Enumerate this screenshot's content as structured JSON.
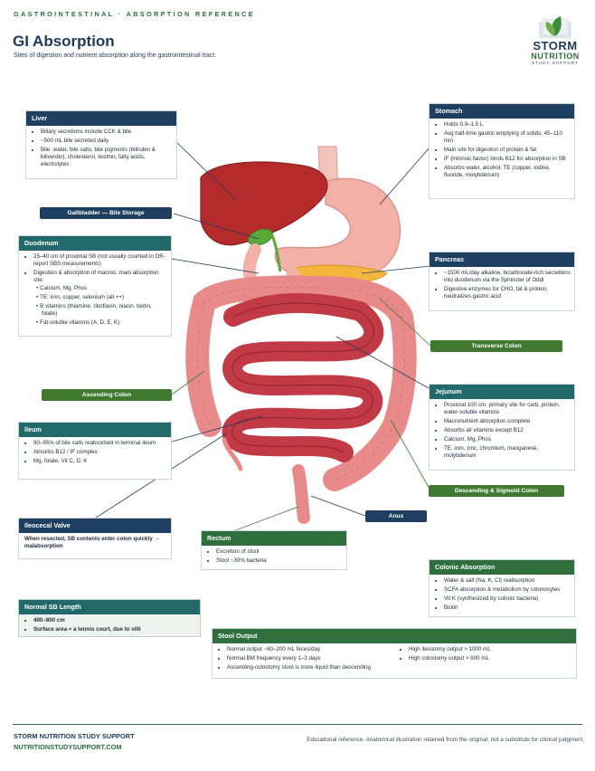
{
  "header": {
    "kicker": "GASTROINTESTINAL · ABSORPTION REFERENCE",
    "title": "GI Absorption",
    "subtitle": "Sites of digestion and nutrient absorption along the gastrointestinal tract."
  },
  "logo": {
    "line1": "STORM",
    "line2": "NUTRITION",
    "line3": "STUDY SUPPORT"
  },
  "liver": {
    "title": "Liver",
    "items": [
      "Biliary secretions include CCK & bile",
      "~500 mL bile secreted daily",
      "Bile: water, bile salts, bile pigments (bilirubin & biliverdin), cholesterol, lecithin, fatty acids, electrolytes"
    ]
  },
  "stomach": {
    "title": "Stomach",
    "items": [
      "Holds 0.9–1.5 L",
      "Avg half-time gastric emptying of solids: 45–110 min",
      "Main site for digestion of protein & fat",
      "IF (intrinsic factor) binds B12 for absorption in SB",
      "Absorbs water, alcohol, TE (copper, iodine, fluoride, molybdenum)"
    ]
  },
  "gallbladder": {
    "label": "Gallbladder — Bile Storage"
  },
  "duodenum": {
    "title": "Duodenum",
    "items": [
      "25–40 cm of proximal SB (not usually counted in OR-report SBS measurements)",
      "Digestion & absorption of macros; main absorption site:"
    ],
    "sub": [
      "Calcium, Mg, Phos",
      "TE: iron, copper, selenium (all ++)",
      "B vitamins (thiamine, riboflavin, niacin, biotin, folate)",
      "Fat-soluble vitamins (A, D, E, K)"
    ]
  },
  "pancreas": {
    "title": "Pancreas",
    "items": [
      "~1500 mL/day alkaline, bicarbonate-rich secretions into duodenum via the Sphincter of Oddi",
      "Digestive enzymes for CHO, fat & protein; neutralizes gastric acid"
    ]
  },
  "transverse_colon": {
    "label": "Transverse Colon"
  },
  "ascending_colon": {
    "label": "Ascending Colon"
  },
  "jejunum": {
    "title": "Jejunum",
    "items": [
      "Proximal 100 cm: primary site for carb, protein, water-soluble vitamins",
      "Macronutrient absorption complete",
      "Absorbs all vitamins except B12",
      "Calcium, Mg, Phos",
      "TE: iron, zinc, chromium, manganese, molybdenum"
    ]
  },
  "ileum": {
    "title": "Ileum",
    "items": [
      "90–95% of bile salts reabsorbed in terminal ileum",
      "Absorbs B12 / IF complex",
      "Mg, folate, Vit C, D, K"
    ]
  },
  "descending_colon": {
    "label": "Descending & Sigmoid Colon"
  },
  "anus": {
    "label": "Anus"
  },
  "ileocecal": {
    "title": "Ileocecal Valve",
    "text": "When resected, SB contents enter colon quickly → malabsorption"
  },
  "rectum": {
    "title": "Rectum",
    "items": [
      "Excretion of stool",
      "Stool ~30% bacteria"
    ]
  },
  "colonic": {
    "title": "Colonic Absorption",
    "items": [
      "Water & salt (Na, K, Cl) reabsorption",
      "SCFA absorption & metabolism by colonocytes",
      "Vit K (synthesized by colonic bacteria)",
      "Biotin"
    ]
  },
  "normal_sb": {
    "title": "Normal SB Length",
    "items": [
      "400–800 cm",
      "Surface area ≈ a tennis court, due to villi"
    ]
  },
  "stool": {
    "title": "Stool Output",
    "left": [
      "Normal output ~80–200 mL feces/day",
      "Normal BM frequency every 1–3 days",
      "Ascending-colostomy stool is more liquid than descending"
    ],
    "right": [
      "High ileostomy output > 1000 mL",
      "High colostomy output > 600 mL"
    ]
  },
  "footer": {
    "brand": "STORM NUTRITION STUDY SUPPORT",
    "url": "NUTRITIONSTUDYSUPPORT.COM",
    "disclaimer": "Educational reference. Anatomical illustration retained from the original; not a substitute for clinical judgment."
  },
  "colors": {
    "navy": "#1e3f60",
    "green": "#2e6f3b",
    "teal": "#226a69",
    "liver": "#b52a2a",
    "intestine": "#c23a45",
    "colon": "#e98a8a",
    "stomach": "#f2b0a6",
    "gallbladder": "#5aa83a",
    "pancreas": "#f4b63e"
  }
}
